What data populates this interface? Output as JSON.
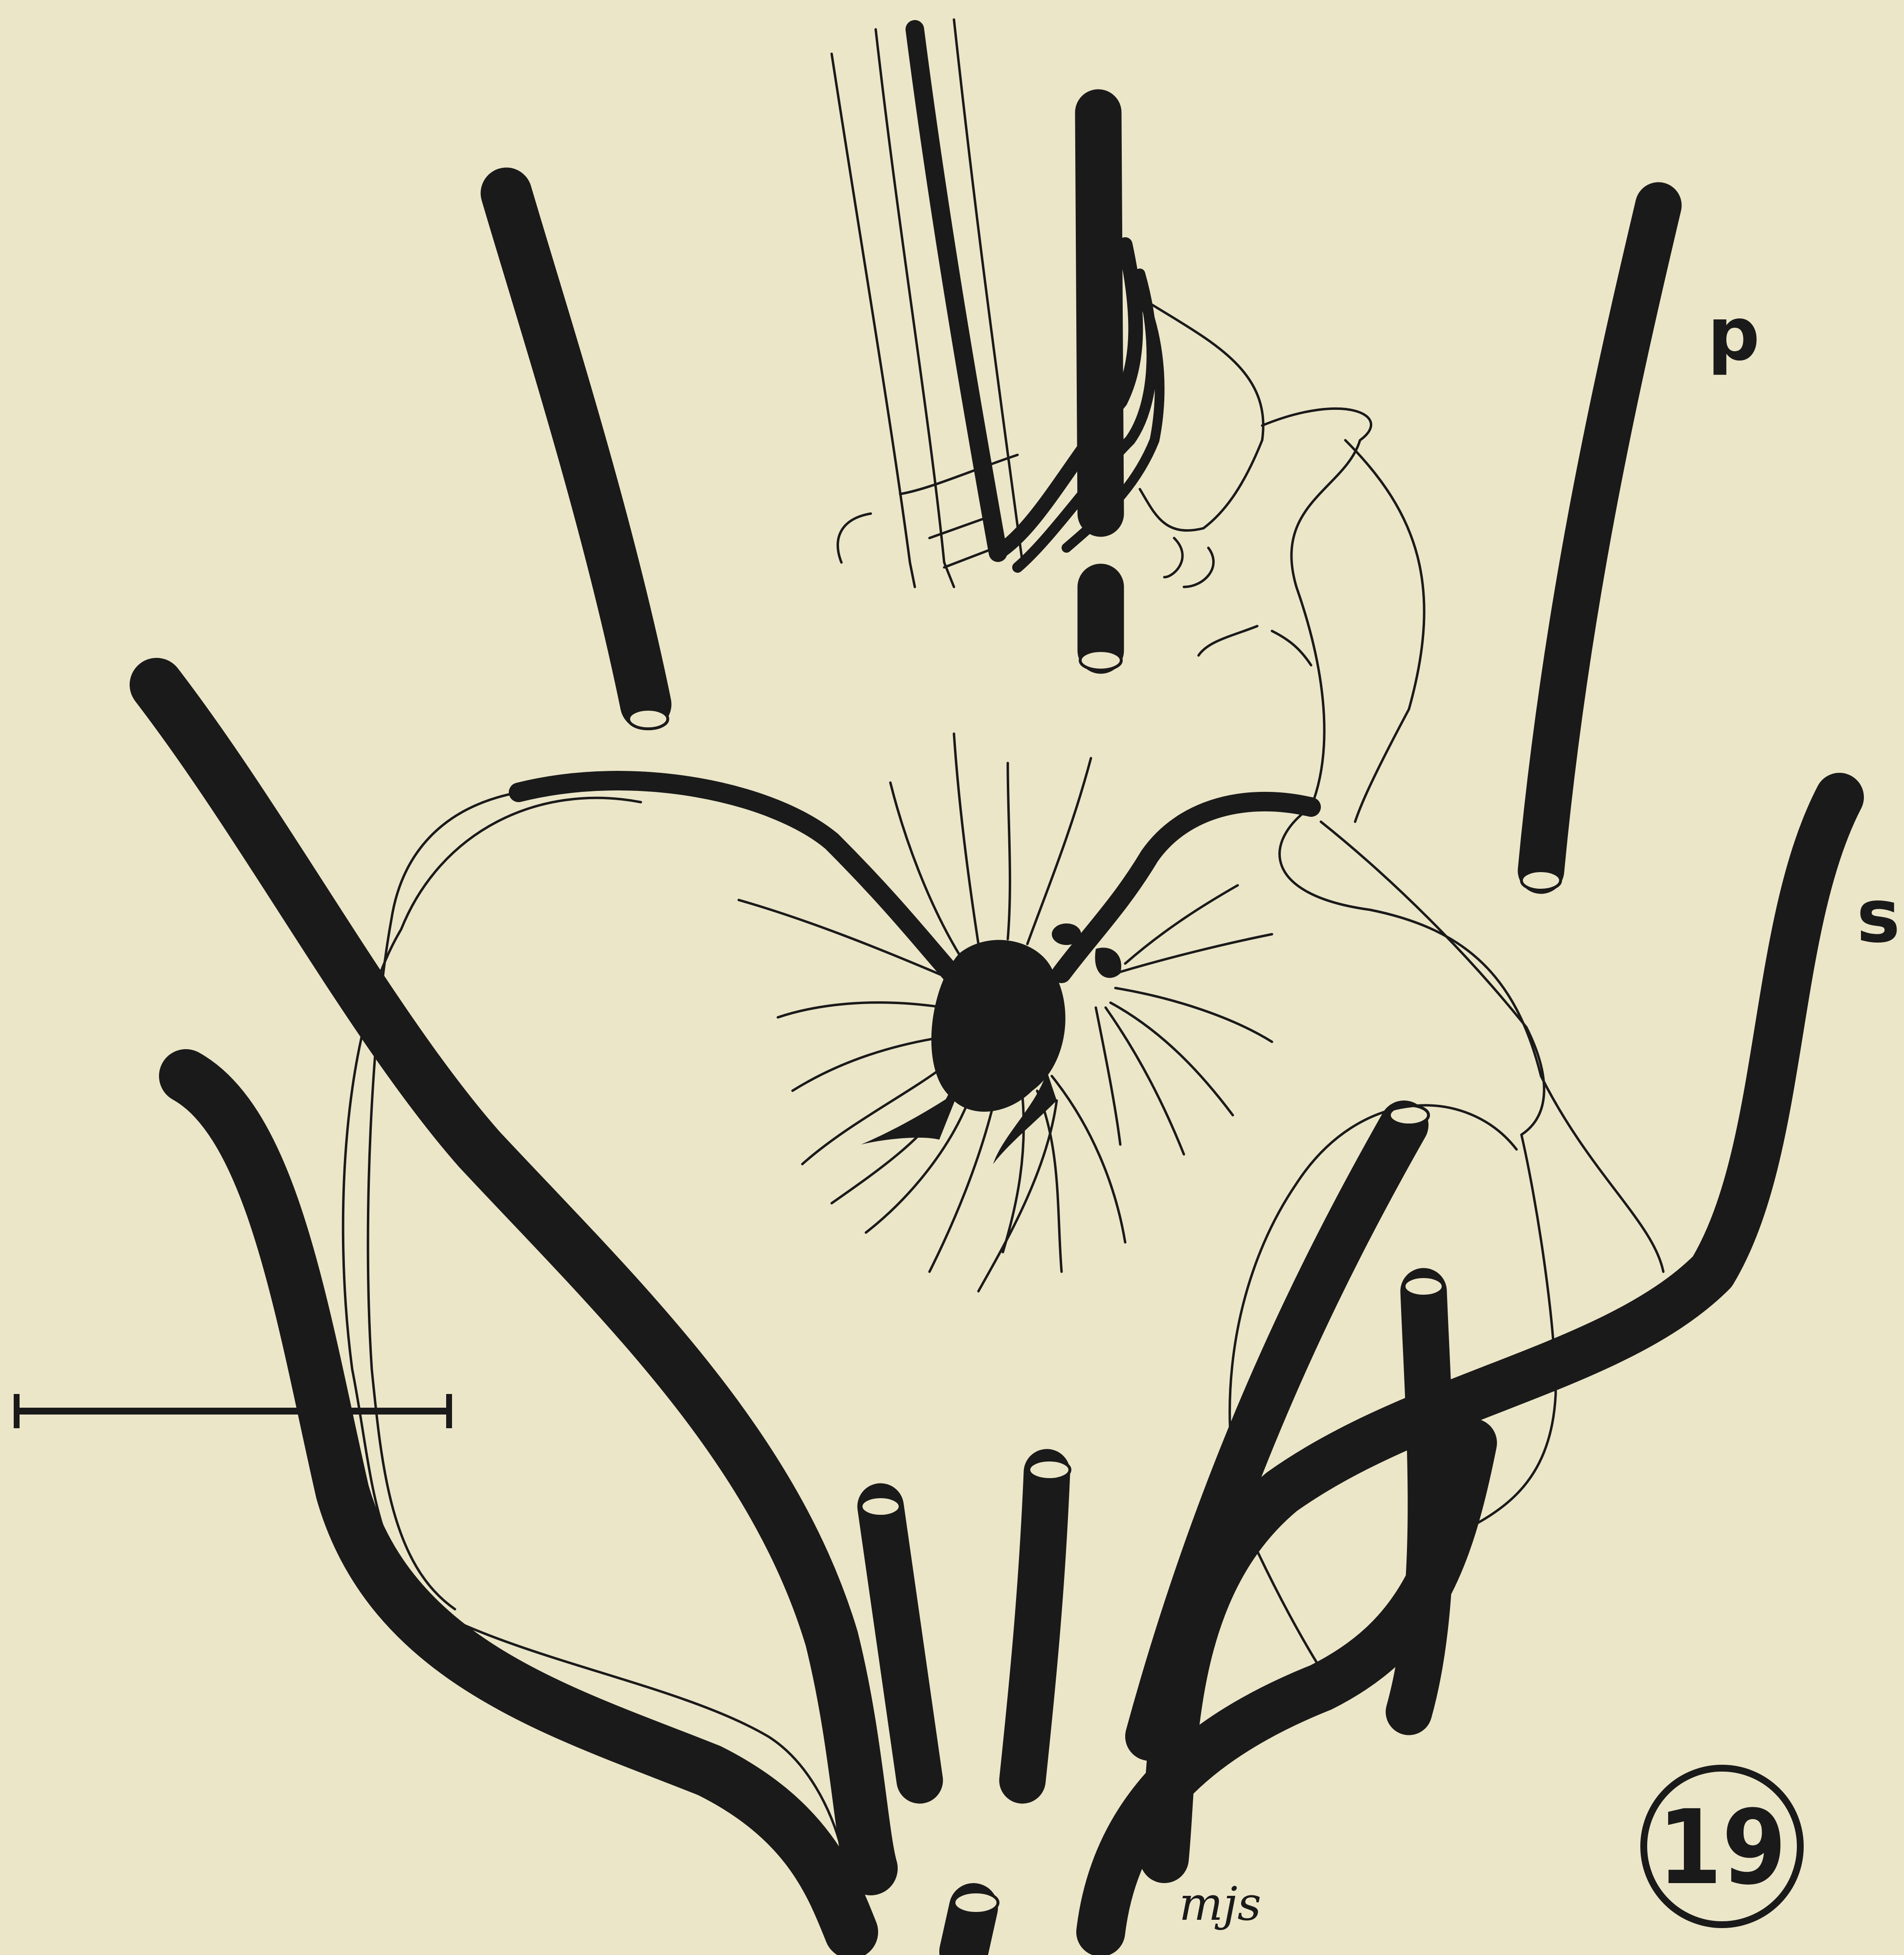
{
  "labels": {
    "p": "p",
    "s": "s",
    "signature": "mjs",
    "figure_number": "19"
  }
}
